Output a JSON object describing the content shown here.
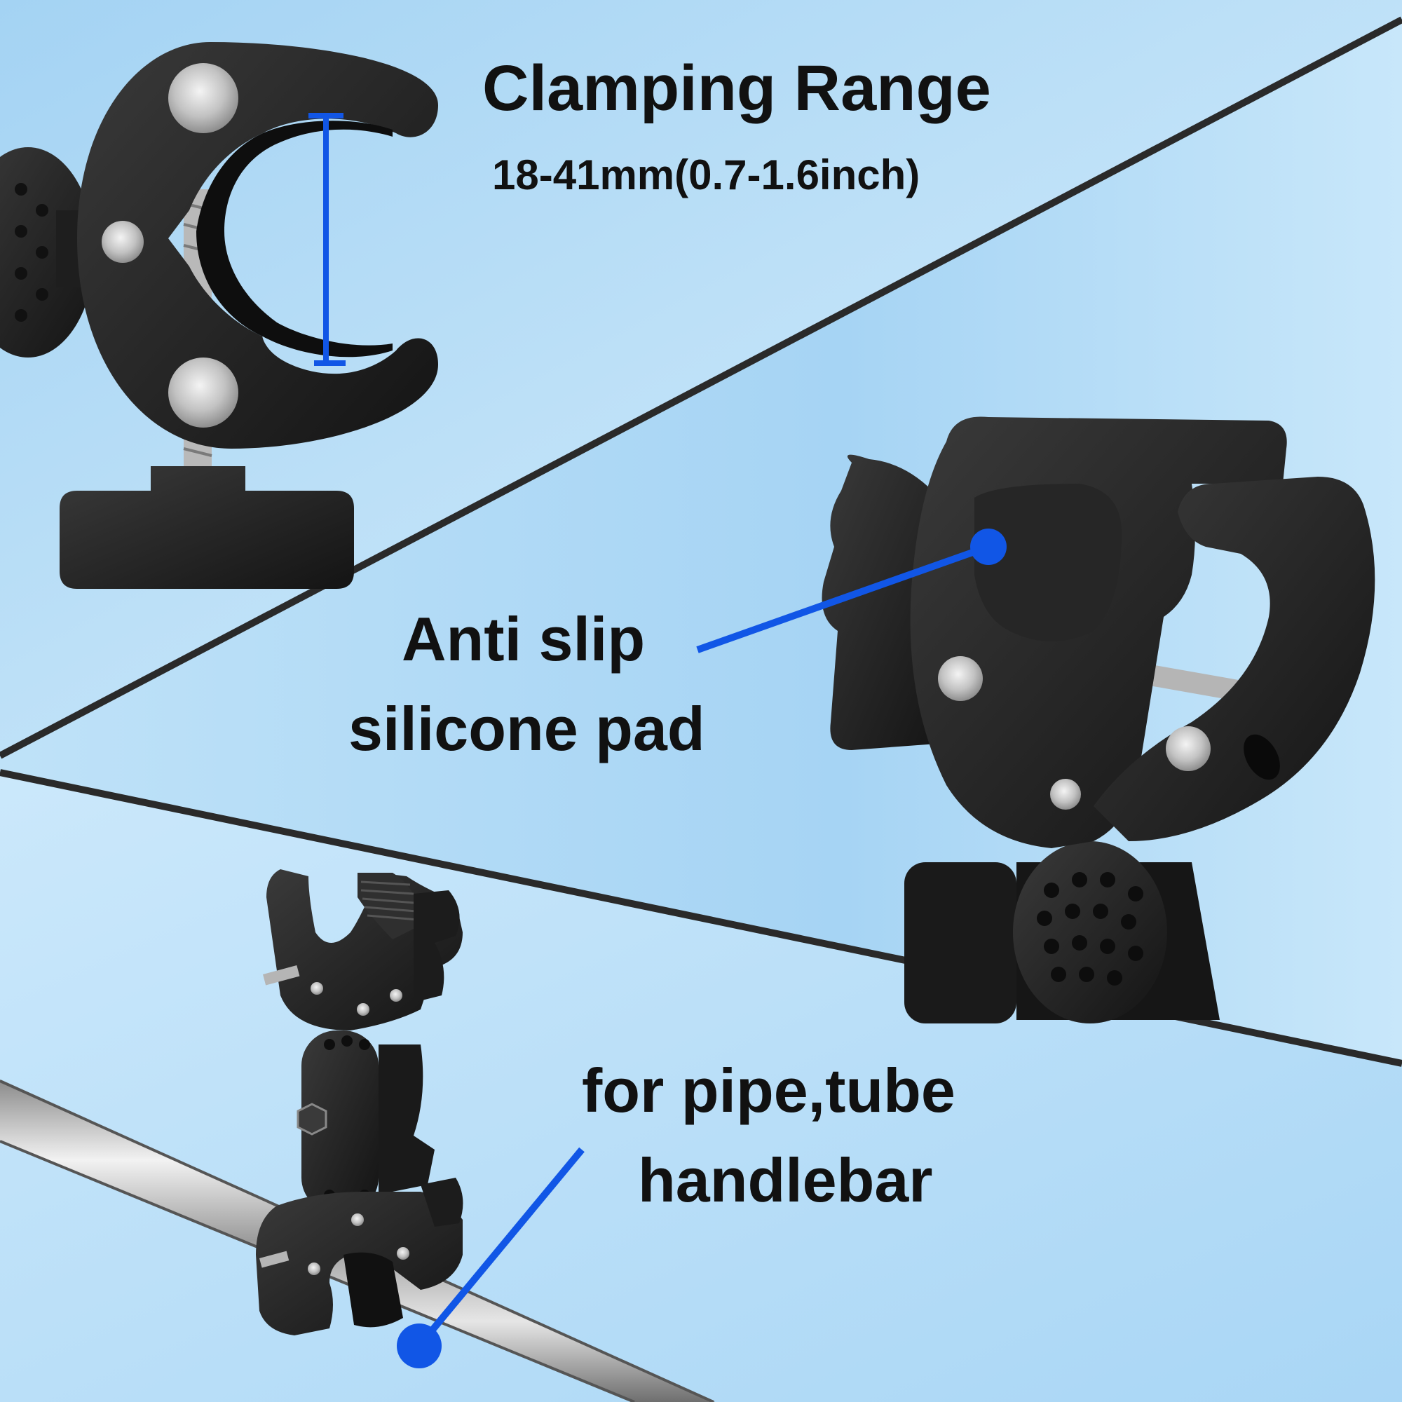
{
  "colors": {
    "background_light": "#cfe9fb",
    "background_mid": "#a9d6f5",
    "divider": "#2b2b2b",
    "callout_blue": "#1156e6",
    "hardware_black": "#1c1c1c",
    "metal": "#c9c9c9",
    "text": "#111111"
  },
  "panels": [
    {
      "name": "clamping-range",
      "icon": "c-clamp-icon",
      "title": "Clamping Range",
      "detail": "18-41mm(0.7-1.6inch)"
    },
    {
      "name": "anti-slip",
      "icon": "clamp-front-icon",
      "line1": "Anti slip",
      "line2": "silicone pad"
    },
    {
      "name": "pipe-usage",
      "icon": "handlebar-mount-icon",
      "line1": "for pipe,tube",
      "line2": "handlebar"
    }
  ]
}
